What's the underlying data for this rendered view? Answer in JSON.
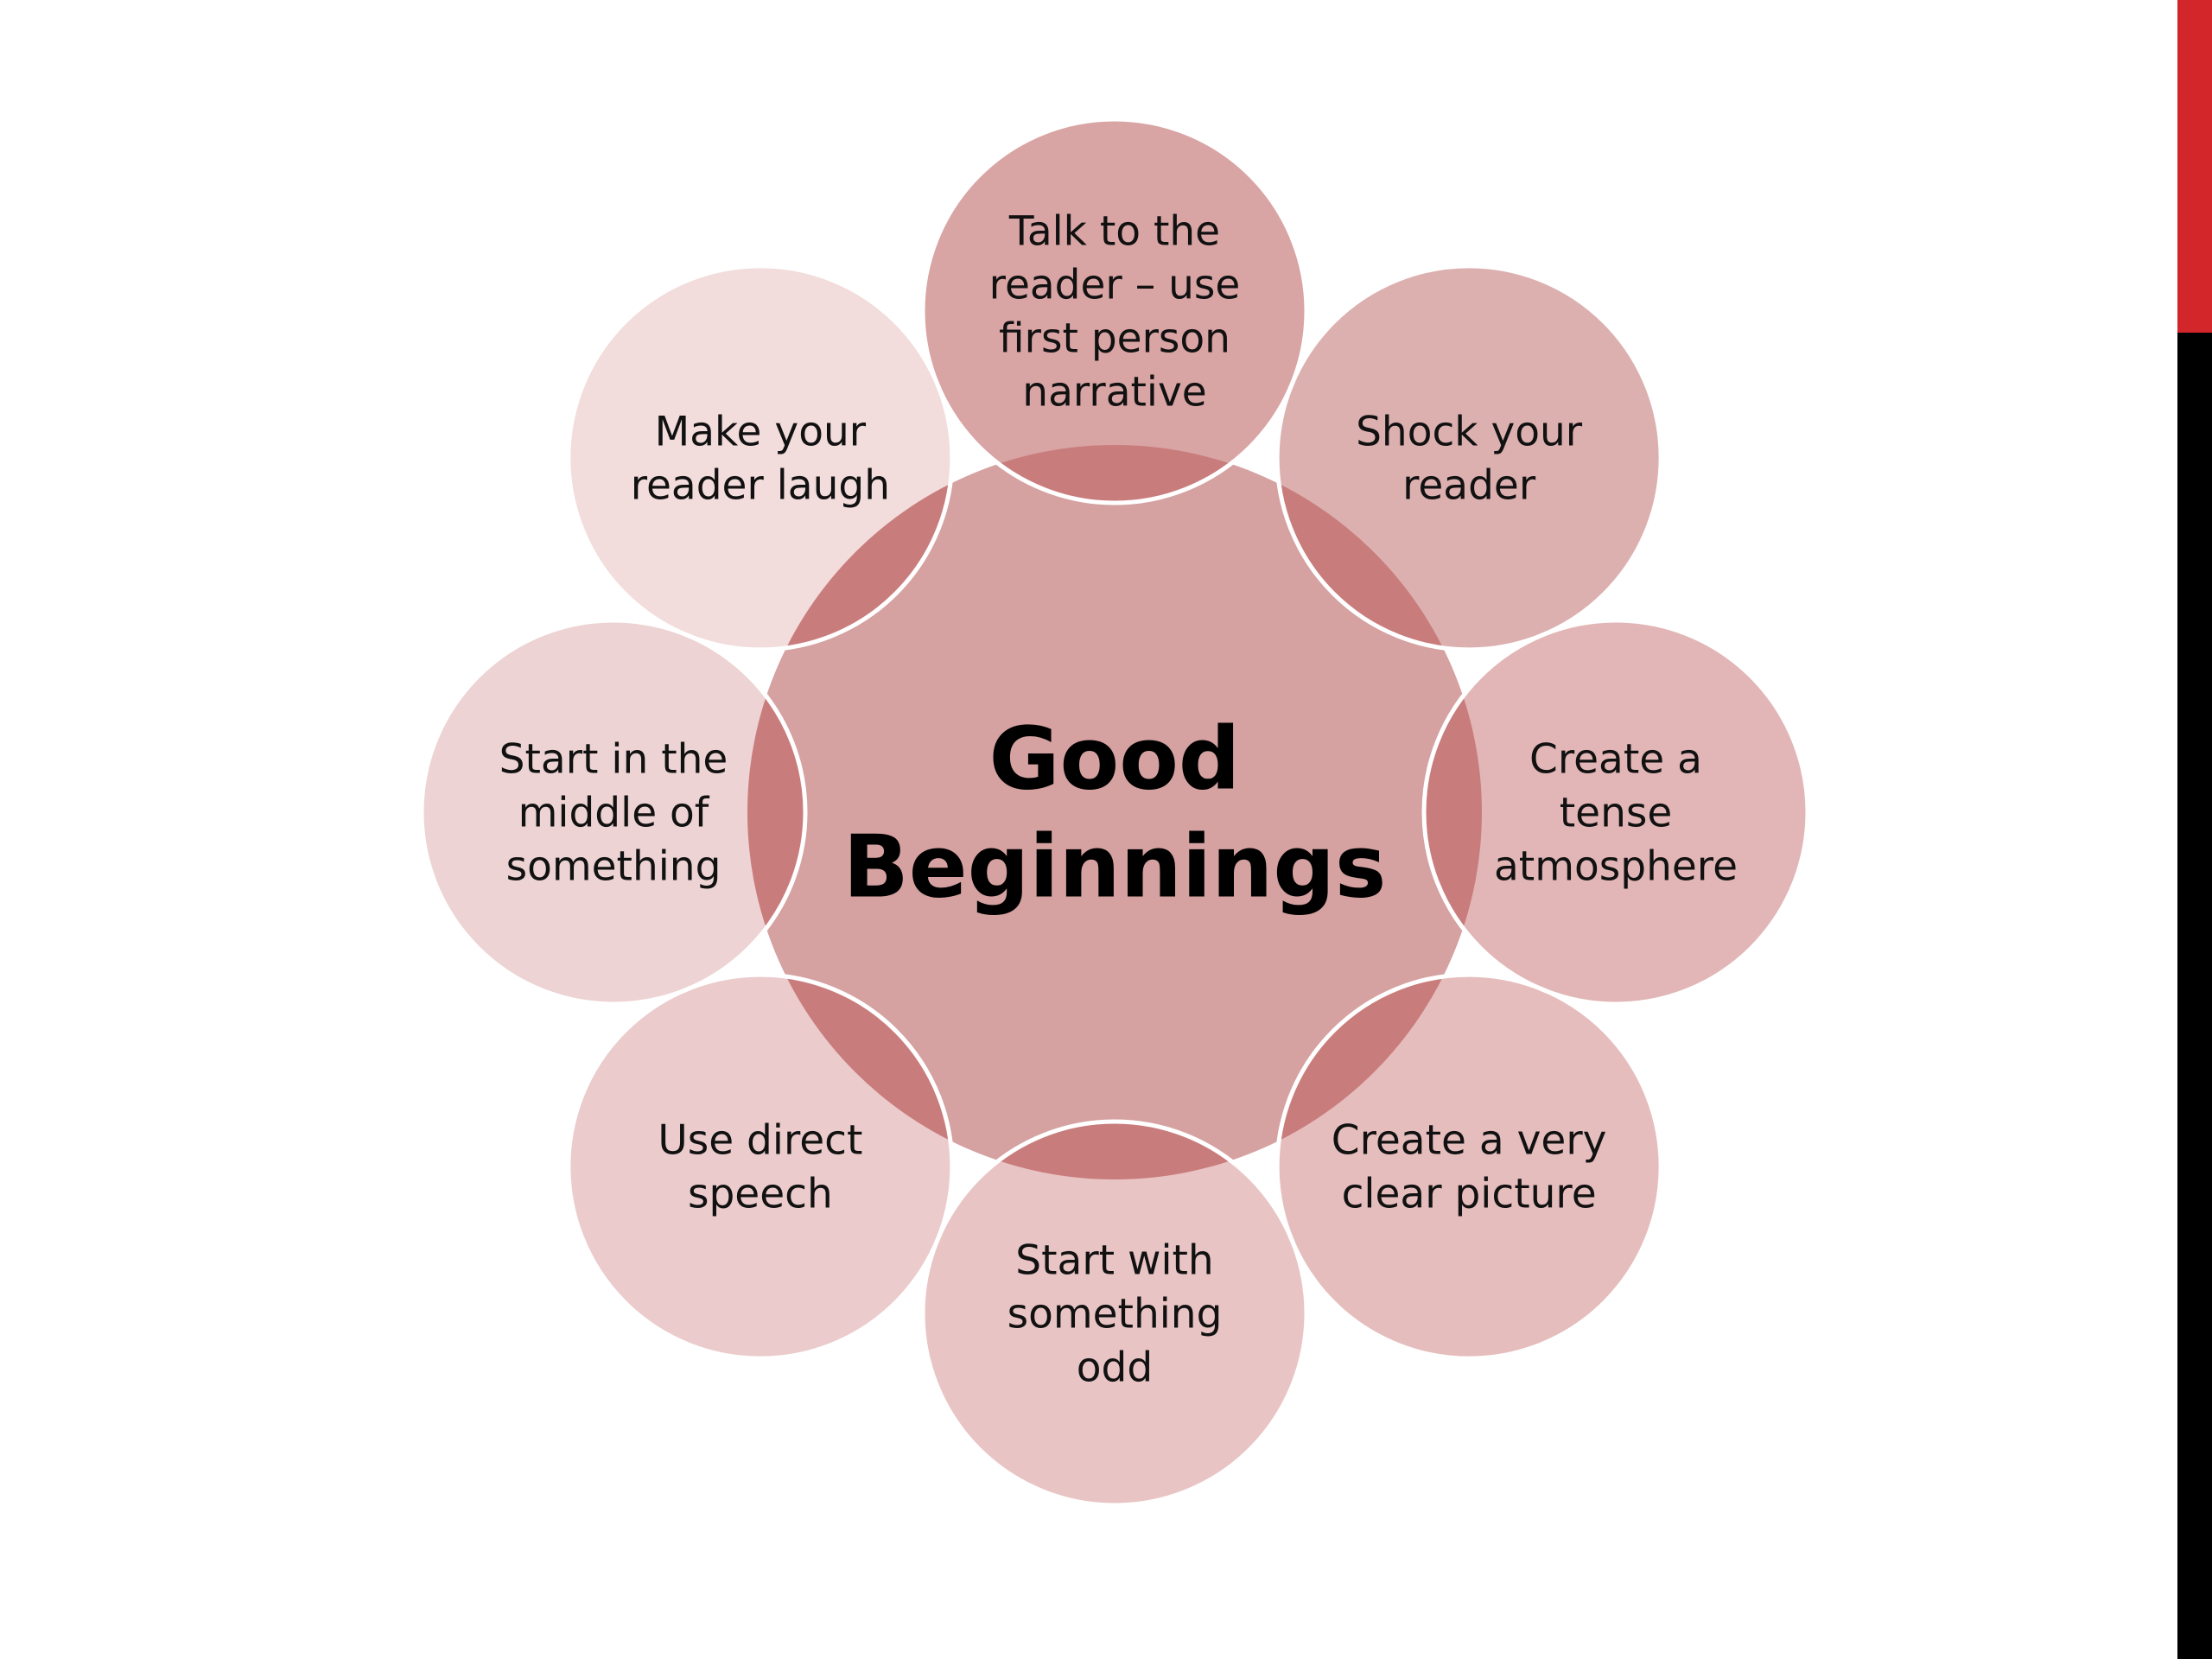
{
  "diagram": {
    "center": {
      "lines": [
        "Good",
        "Beginnings"
      ],
      "color": "#d5a1a1"
    },
    "petals": [
      {
        "id": "talk-to-reader",
        "lines": [
          "Talk to the",
          "reader – use",
          "first person",
          "narrative"
        ],
        "color": "#d9a4a4"
      },
      {
        "id": "shock-reader",
        "lines": [
          "Shock your",
          "reader"
        ],
        "color": "#ddb0b0"
      },
      {
        "id": "tense-atmosphere",
        "lines": [
          "Create a",
          "tense",
          "atmosphere"
        ],
        "color": "#e2b6b6"
      },
      {
        "id": "clear-picture",
        "lines": [
          "Create a very",
          "clear picture"
        ],
        "color": "#e6bdbd"
      },
      {
        "id": "something-odd",
        "lines": [
          "Start with",
          "something",
          "odd"
        ],
        "color": "#e9c4c4"
      },
      {
        "id": "direct-speech",
        "lines": [
          "Use direct",
          "speech"
        ],
        "color": "#ebcbcb"
      },
      {
        "id": "middle-of-something",
        "lines": [
          "Start in the",
          "middle of",
          "something"
        ],
        "color": "#edd3d3"
      },
      {
        "id": "reader-laugh",
        "lines": [
          "Make your",
          "reader laugh"
        ],
        "color": "#f2dcdc"
      }
    ],
    "overlap_color": "#c97c7c",
    "stroke_color": "#ffffff"
  },
  "side_bar": {
    "accent_color": "#d3262b",
    "base_color": "#000000"
  }
}
